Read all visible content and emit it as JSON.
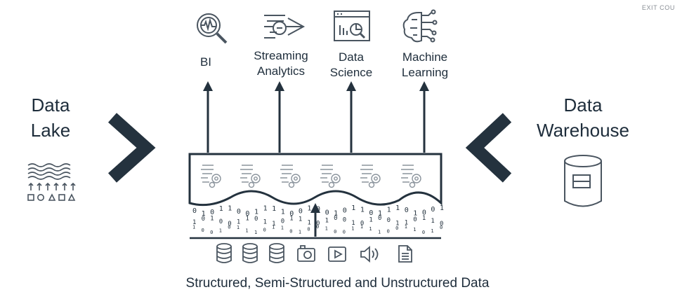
{
  "exit_label": "EXIT COU",
  "data_lake": {
    "line1": "Data",
    "line2": "Lake",
    "icon": "waves-arrows-shapes-icon"
  },
  "data_warehouse": {
    "line1": "Data",
    "line2": "Warehouse",
    "icon": "database-cylinder-icon"
  },
  "use_cases": [
    {
      "line1": "BI",
      "line2": "",
      "icon": "magnifier-waveform-icon"
    },
    {
      "line1": "Streaming",
      "line2": "Analytics",
      "icon": "speed-arrow-icon"
    },
    {
      "line1": "Data",
      "line2": "Science",
      "icon": "browser-chart-icon"
    },
    {
      "line1": "Machine",
      "line2": "Learning",
      "icon": "brain-circuit-icon"
    }
  ],
  "source_icons": [
    "database-icon",
    "database-icon",
    "database-icon",
    "camera-icon",
    "play-icon",
    "speaker-icon",
    "document-icon"
  ],
  "caption": "Structured, Semi-Structured and Unstructured Data",
  "binary_rows": [
    "0 1 0 1 1 0 0 1 1 1 1 0 0 1 0 0 1 0 1 1 0 1 1 1 0 1 0 0 1",
    "1 0 1 0 0 1 1 0 1 1 0 1 1 1 0 1 0 0 1 0 1 0 0 1 1 0 1 1 0"
  ],
  "colors": {
    "ink": "#1e2d3b",
    "line": "#4a5560",
    "accent": "#24323e"
  }
}
